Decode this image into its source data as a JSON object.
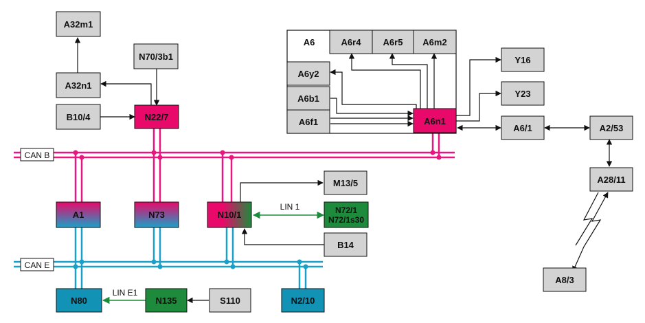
{
  "buses": {
    "can_b": "CAN B",
    "can_e": "CAN E"
  },
  "links": {
    "lin_1": "LIN 1",
    "lin_e1": "LIN E1"
  },
  "group": {
    "title": "A6"
  },
  "nodes": {
    "A32m1": "A32m1",
    "N70_3b1": "N70/3b1",
    "A32n1": "A32n1",
    "B10_4": "B10/4",
    "N22_7": "N22/7",
    "A6r4": "A6r4",
    "A6r5": "A6r5",
    "A6m2": "A6m2",
    "A6y2": "A6y2",
    "A6b1": "A6b1",
    "A6f1": "A6f1",
    "A6n1": "A6n1",
    "Y16": "Y16",
    "Y23": "Y23",
    "A6_1": "A6/1",
    "A2_53": "A2/53",
    "A28_11": "A28/11",
    "A8_3": "A8/3",
    "A1": "A1",
    "N73": "N73",
    "N10_1": "N10/1",
    "M13_5": "M13/5",
    "N72_1_line1": "N72/1",
    "N72_1_line2": "N72/1s30",
    "B14": "B14",
    "N80": "N80",
    "N135": "N135",
    "S110": "S110",
    "N2_10": "N2/10"
  },
  "colors": {
    "can_b": "#e8177f",
    "can_e": "#1aa0c8",
    "ecu_magenta": "#e8096a",
    "lin_green": "#1e8a3c",
    "module_gray": "#d3d3d3",
    "teal": "#1292b4"
  }
}
